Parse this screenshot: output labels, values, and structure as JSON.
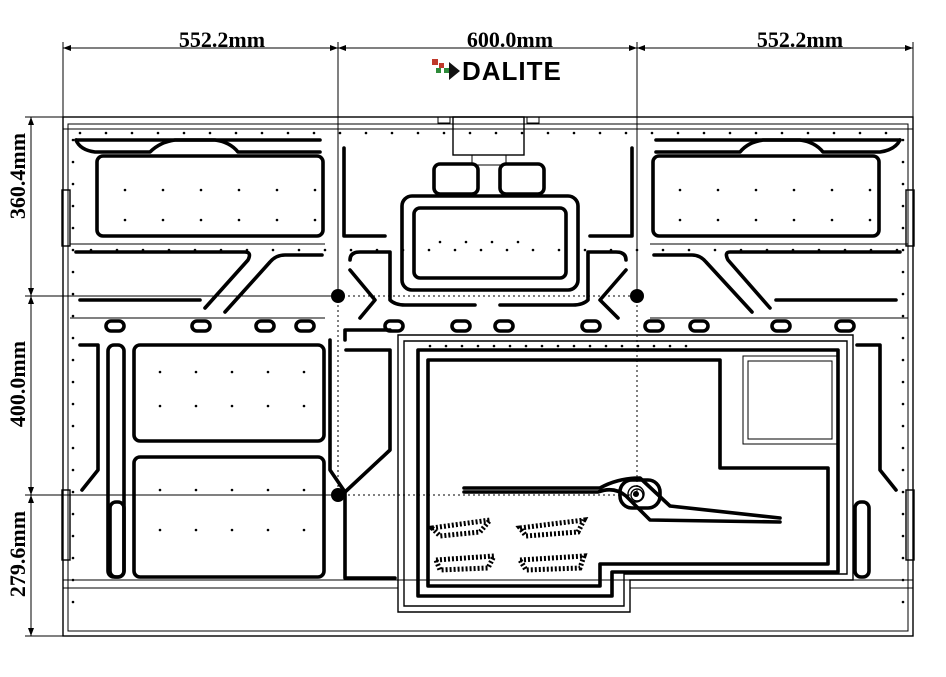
{
  "brand": {
    "name": "DALITE",
    "logo_colors": [
      "#c0392b",
      "#2e8b3a",
      "#111111"
    ]
  },
  "dimensions": {
    "top": [
      {
        "label": "552.2mm"
      },
      {
        "label": "600.0mm"
      },
      {
        "label": "552.2mm"
      }
    ],
    "left": [
      {
        "label": "360.4mm"
      },
      {
        "label": "400.0mm"
      },
      {
        "label": "279.6mm"
      }
    ]
  }
}
